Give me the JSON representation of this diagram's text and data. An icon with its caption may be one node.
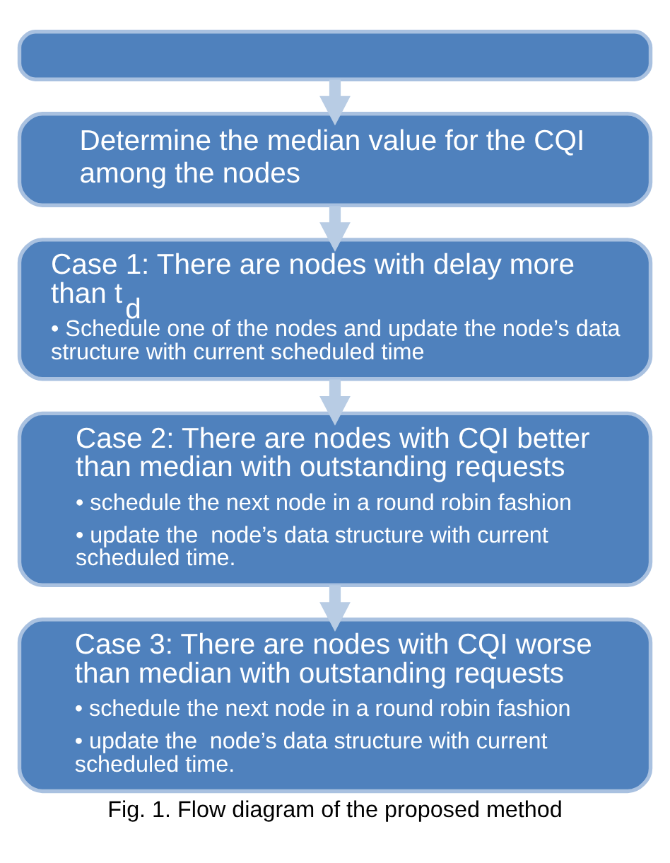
{
  "diagram": {
    "caption": "Fig. 1. Flow diagram of the proposed method",
    "nodes": [
      {
        "text": [],
        "shape": "box"
      },
      {
        "text": [
          "Determine the median value for the CQI among the nodes"
        ]
      },
      {
        "text": [
          "Case 1: There are nodes with delay more than t$_{d}$",
          "• Schedule one of the nodes and update the node’s data structure with current scheduled time"
        ]
      },
      {
        "text": [
          "Case 2: There are nodes with CQI better than median with outstanding requests",
          "• schedule the next node in a round robin fashion",
          "• update the  node’s data structure with current scheduled time."
        ]
      },
      {
        "text": [
          "Case 3: There are nodes with CQI worse than median with outstanding requests",
          "• schedule the next node in a round robin fashion",
          "• update the  node’s data structure with current scheduled time."
        ]
      }
    ],
    "edges": [
      {
        "from": 0,
        "to": 1,
        "arrow": "to"
      },
      {
        "from": 1,
        "to": 2,
        "arrow": "to"
      },
      {
        "from": 2,
        "to": 3,
        "arrow": "to"
      },
      {
        "from": 3,
        "to": 4,
        "arrow": "to"
      }
    ]
  }
}
